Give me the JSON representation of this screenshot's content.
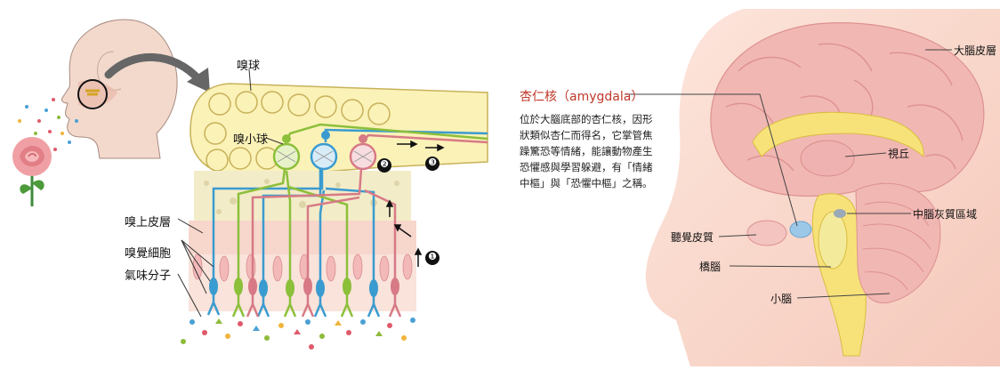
{
  "olfactory": {
    "labels": {
      "olfactory_bulb": "嗅球",
      "glomerulus": "嗅小球",
      "olfactory_epithelium": "嗅上皮層",
      "olfactory_receptor_cells": "嗅覺細胞",
      "odor_molecules": "氣味分子"
    },
    "step_markers": [
      "❶",
      "❷",
      "❸"
    ]
  },
  "brain": {
    "amygdala": {
      "title": "杏仁核（amygdala）",
      "description_lines": [
        "位於大腦底部的杏仁核，因形",
        "狀類似杏仁而得名，它掌管焦",
        "躁驚恐等情緒，能讓動物產生",
        "恐懼感與學習躲避，有「情緒",
        "中樞」與「恐懼中樞」之稱。"
      ]
    },
    "labels": {
      "cerebral_cortex": "大腦皮層",
      "thalamus": "視丘",
      "midbrain_gray": "中腦灰質區域",
      "auditory_cortex": "聽覺皮質",
      "pons": "橋腦",
      "cerebellum": "小腦"
    }
  },
  "colors": {
    "bulb_fill": "#fbf2b8",
    "bulb_stroke": "#c7b25a",
    "neuron_blue": "#3a9bd0",
    "neuron_green": "#8cbf3a",
    "neuron_pink": "#d77a86",
    "skin": "#f8d3c6",
    "brain_pink": "#f1b7b3",
    "brain_yellow": "#f7e27a",
    "title_red": "#c0392b"
  },
  "icons": [
    "face-profile-icon",
    "rose-icon",
    "curved-arrow-icon",
    "up-arrow-icon"
  ]
}
